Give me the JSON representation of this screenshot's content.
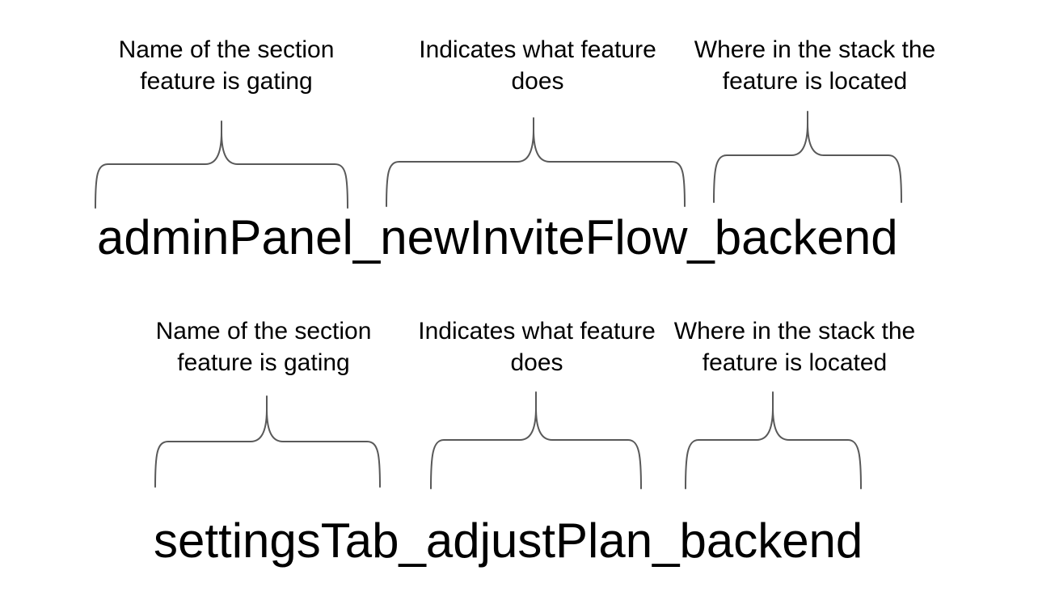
{
  "groups": [
    {
      "feature_name": "adminPanel_newInviteFlow_backend",
      "annotations": [
        {
          "line1": "Name of the section",
          "line2": "feature is gating"
        },
        {
          "line1": "Indicates what feature",
          "line2": "does"
        },
        {
          "line1": "Where in the stack the",
          "line2": "feature is located"
        }
      ]
    },
    {
      "feature_name": "settingsTab_adjustPlan_backend",
      "annotations": [
        {
          "line1": "Name of the section",
          "line2": "feature is gating"
        },
        {
          "line1": "Indicates what feature",
          "line2": "does"
        },
        {
          "line1": "Where in the stack the",
          "line2": "feature is located"
        }
      ]
    }
  ],
  "colors": {
    "background": "#ffffff",
    "text": "#000000",
    "brace": "#595959"
  }
}
